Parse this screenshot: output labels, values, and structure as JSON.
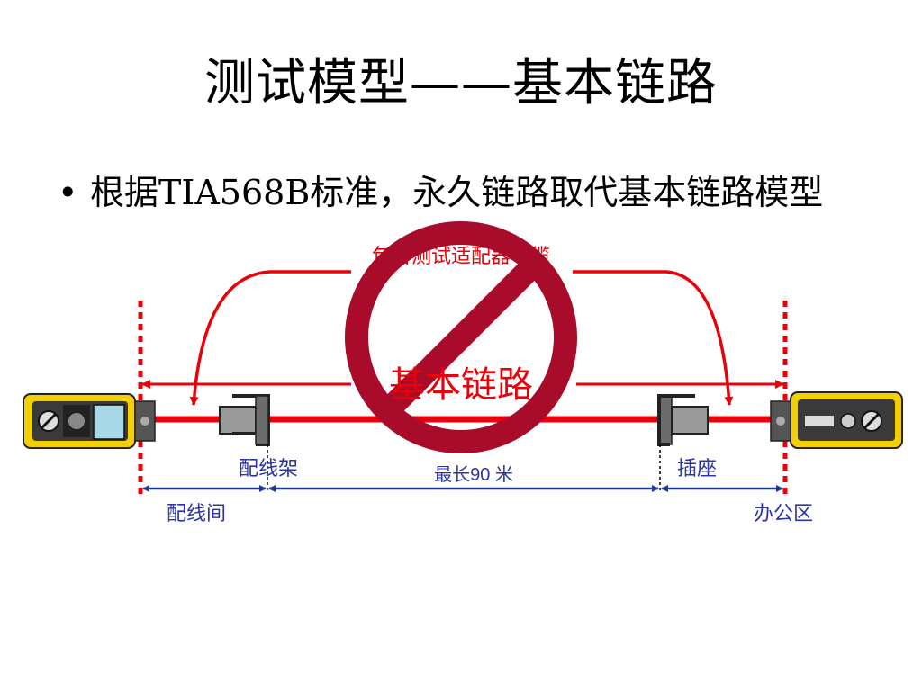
{
  "slide": {
    "title": "测试模型——基本链路",
    "bullets": [
      "根据TIA568B标准，永久链路取代基本链路模型"
    ]
  },
  "diagram": {
    "top_arc_label": "包含测试适配器电缆",
    "link_label": "基本链路",
    "patch_panel_label": "配线架",
    "max_length_label": "最长90 米",
    "outlet_label": "插座",
    "wiring_closet_label": "配线间",
    "work_area_label": "办公区",
    "tester_left": "main-tester-icon",
    "tester_right": "remote-tester-icon",
    "prohibited_sign": "no-sign-icon"
  },
  "colors": {
    "red": "#e8000b",
    "sign_red": "#a80c2a",
    "dimension_blue": "#1f3a93",
    "label_blue": "#2b35a6",
    "tester_yellow": "#f4d000"
  }
}
